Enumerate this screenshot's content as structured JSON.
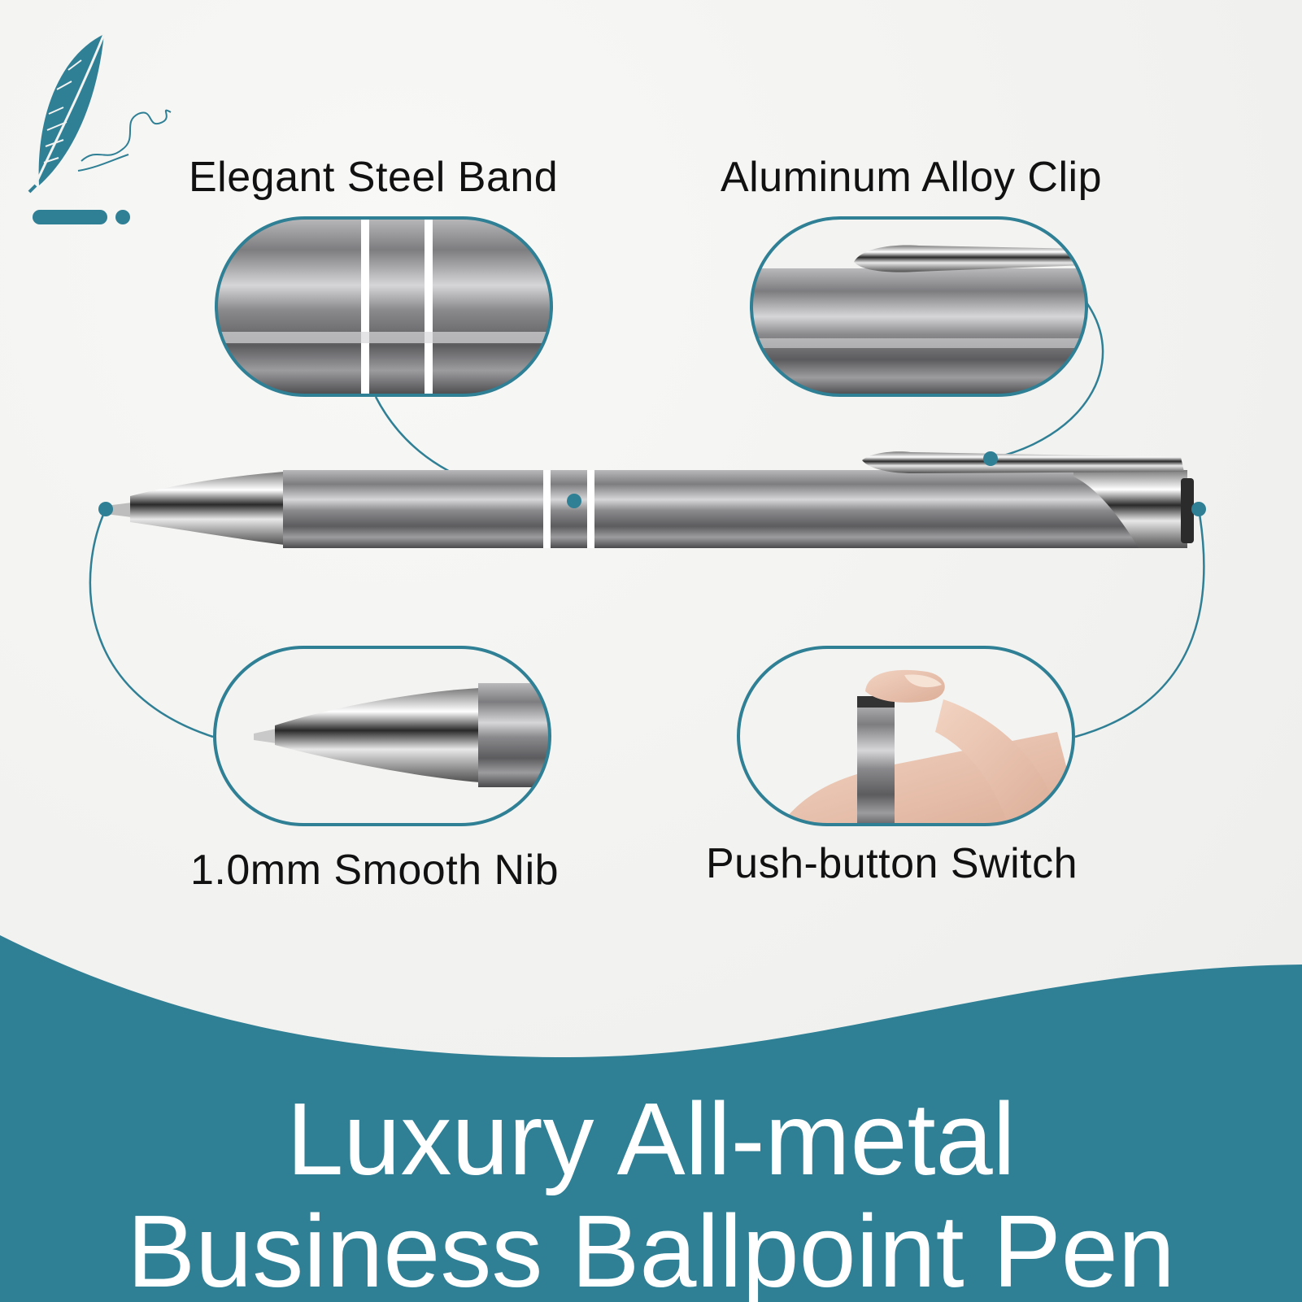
{
  "colors": {
    "accent": "#2f7f95",
    "background": "#f3f3f1",
    "metal": "#6f6f71",
    "text": "#111111",
    "headline_text": "#ffffff"
  },
  "icons": [
    "feather-quill-icon"
  ],
  "callouts": {
    "steel_band": "Elegant Steel Band",
    "clip": "Aluminum Alloy Clip",
    "nib": "1.0mm Smooth Nib",
    "switch": "Push-button Switch"
  },
  "headline": {
    "line1": "Luxury All-metal",
    "line2": "Business Ballpoint Pen"
  }
}
